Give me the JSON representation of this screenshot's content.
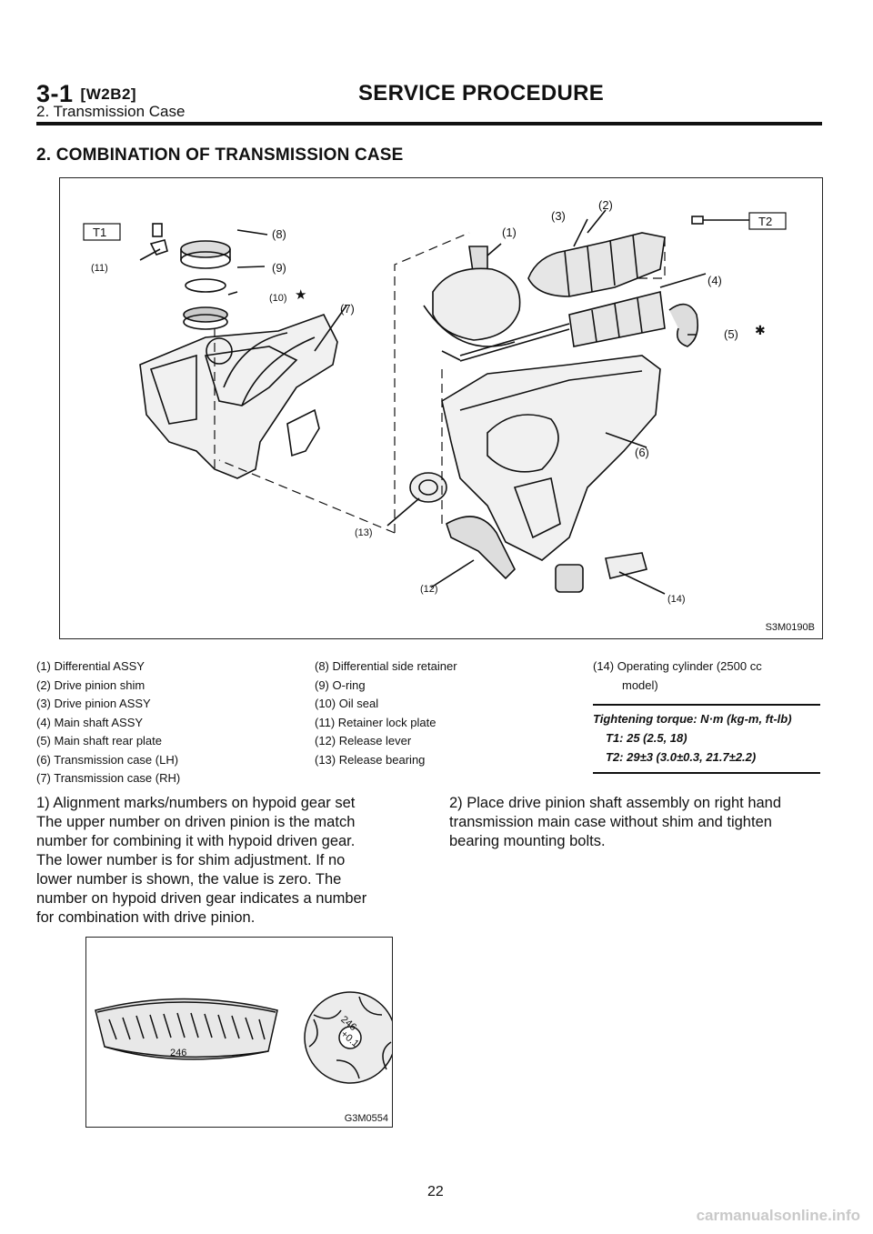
{
  "header": {
    "section_code": "3-1",
    "section_ref": "[W2B2]",
    "title": "SERVICE PROCEDURE",
    "subtitle": "2. Transmission Case"
  },
  "section_title": "2. COMBINATION OF TRANSMISSION CASE",
  "figure1": {
    "id": "S3M0190B",
    "callouts": [
      "T1",
      "T2",
      "(1)",
      "(2)",
      "(3)",
      "(4)",
      "(5)",
      "(6)",
      "(7)",
      "(8)",
      "(9)",
      "(10)",
      "(11)",
      "(12)",
      "(13)",
      "(14)"
    ]
  },
  "legend": {
    "col1": [
      "(1) Differential ASSY",
      "(2) Drive pinion shim",
      "(3) Drive pinion ASSY",
      "(4) Main shaft ASSY",
      "(5) Main shaft rear plate",
      "(6) Transmission case (LH)",
      "(7) Transmission case (RH)"
    ],
    "col2": [
      "(8) Differential side retainer",
      "(9) O-ring",
      "(10) Oil seal",
      "(11) Retainer lock plate",
      "(12) Release lever",
      "(13) Release bearing"
    ],
    "col3": [
      "(14) Operating cylinder (2500 cc",
      "model)"
    ]
  },
  "torque": {
    "heading": "Tightening torque: N·m (kg-m, ft-lb)",
    "t1": "T1: 25 (2.5, 18)",
    "t2": "T2: 29±3 (3.0±0.3, 21.7±2.2)"
  },
  "step1": {
    "lines": [
      "1) Alignment marks/numbers on hypoid gear set",
      "The upper number on driven pinion is the match",
      "number for combining it with hypoid driven gear.",
      "The lower number is for shim adjustment. If no",
      "lower number is shown, the value is zero. The",
      "number on hypoid driven gear indicates a number",
      "for combination with drive pinion."
    ]
  },
  "step2": {
    "lines": [
      "2) Place drive pinion shaft assembly on right hand",
      "transmission main case without shim and tighten",
      "bearing mounting bolts."
    ]
  },
  "figure2": {
    "id": "G3M0554",
    "gear_number": "246",
    "pinion_number": "246",
    "pinion_shim": "+0.1"
  },
  "page_number": "22",
  "watermark": "carmanualsonline.info"
}
